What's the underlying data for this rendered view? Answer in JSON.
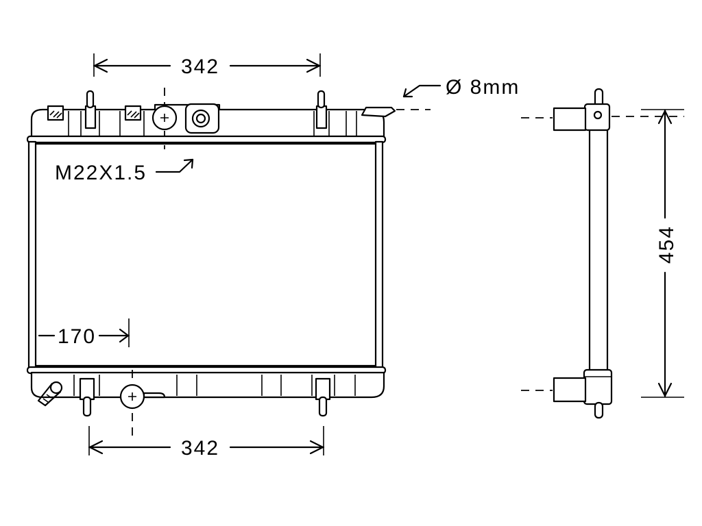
{
  "dimensions": {
    "top_width": "342",
    "bottom_width": "342",
    "height": "454",
    "outlet_offset": "170",
    "bleed_diameter": "Ø 8mm",
    "thread": "M22X1.5"
  }
}
